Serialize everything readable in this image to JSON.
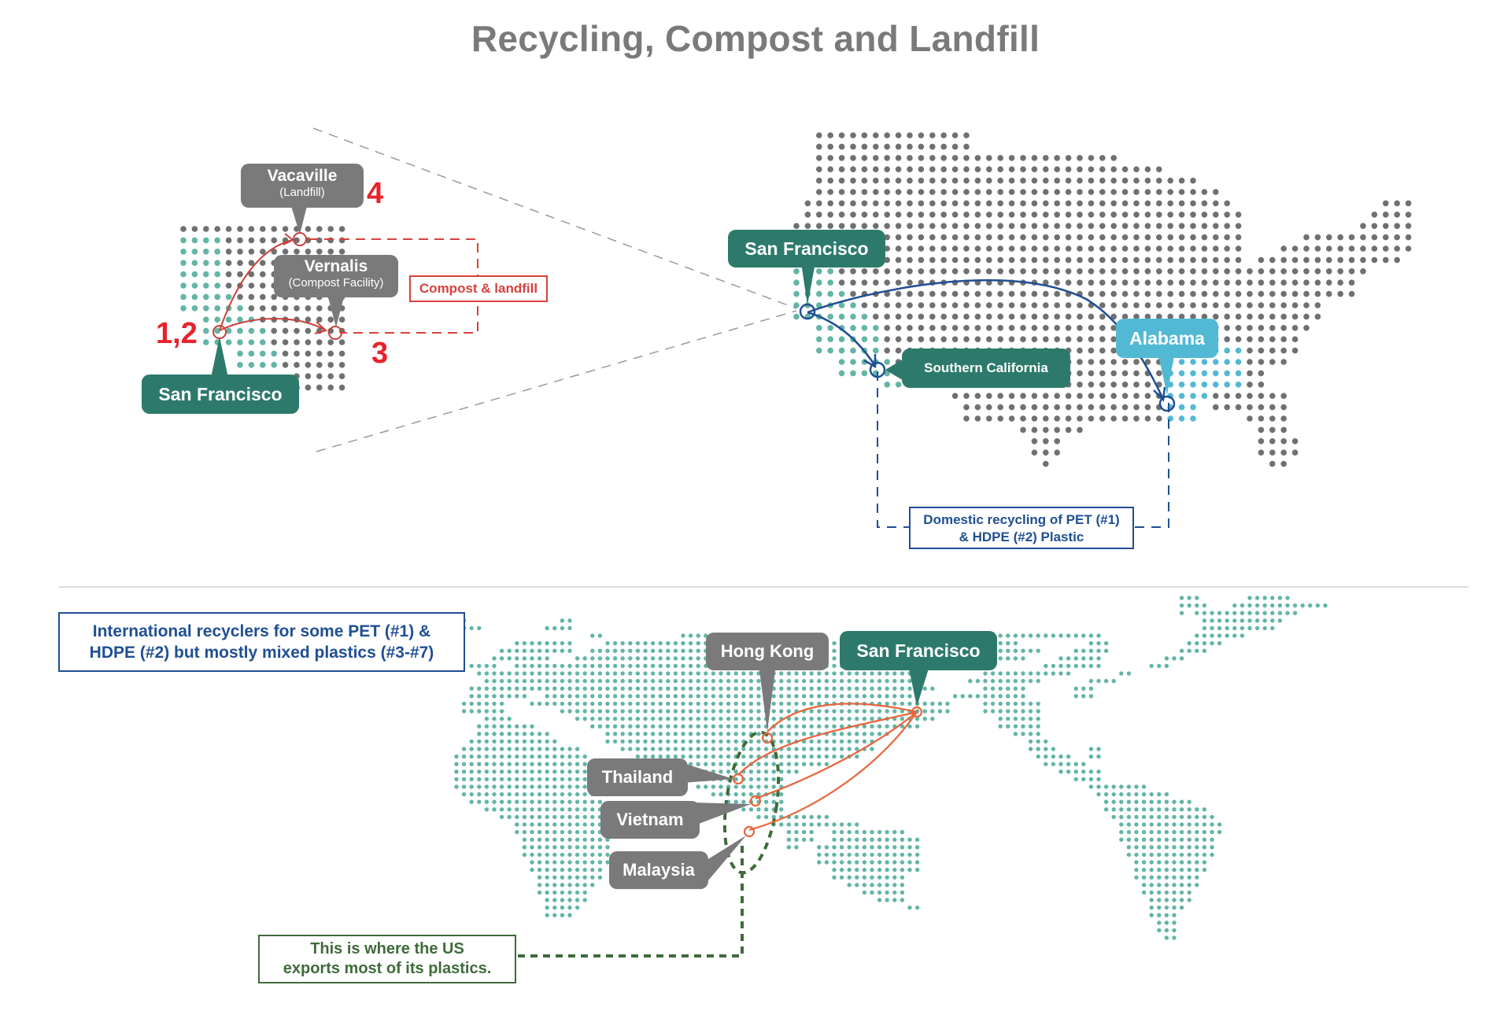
{
  "title": "Recycling, Compost and Landfill",
  "colors": {
    "title_gray": "#7a7a7a",
    "land_gray": "#707070",
    "land_teal": "#63b5a6",
    "highlight_cyan": "#52b9d4",
    "label_teal": "#2d7a6c",
    "label_gray": "#7a7a7a",
    "compost_red": "#e8222a",
    "compost_line_red": "#d8413b",
    "domestic_blue": "#1f4f93",
    "export_orange": "#e8643c",
    "export_green": "#3f6b3a"
  },
  "local_inset": {
    "labels": {
      "vacaville": {
        "name": "Vacaville",
        "sub": "(Landfill)"
      },
      "vernalis": {
        "name": "Vernalis",
        "sub": "(Compost Facility)"
      },
      "san_francisco": {
        "name": "San Francisco"
      }
    },
    "step_numbers": {
      "origin": "1,2",
      "compost": "3",
      "landfill": "4"
    },
    "annotation": "Compost & landfill"
  },
  "us_map": {
    "labels": {
      "san_francisco": "San Francisco",
      "southern_california": "Southern California",
      "alabama": "Alabama"
    },
    "annotation_lines": [
      "Domestic recycling of PET (#1)",
      "& HDPE (#2) Plastic"
    ]
  },
  "world_map": {
    "info_lines": [
      "International recyclers for some PET (#1)  &",
      "HDPE (#2) but mostly mixed plastics (#3-#7)"
    ],
    "labels": {
      "hong_kong": "Hong Kong",
      "san_francisco": "San Francisco",
      "thailand": "Thailand",
      "vietnam": "Vietnam",
      "malaysia": "Malaysia"
    },
    "annotation_lines": [
      "This is where the US",
      "exports most of its plastics."
    ]
  }
}
